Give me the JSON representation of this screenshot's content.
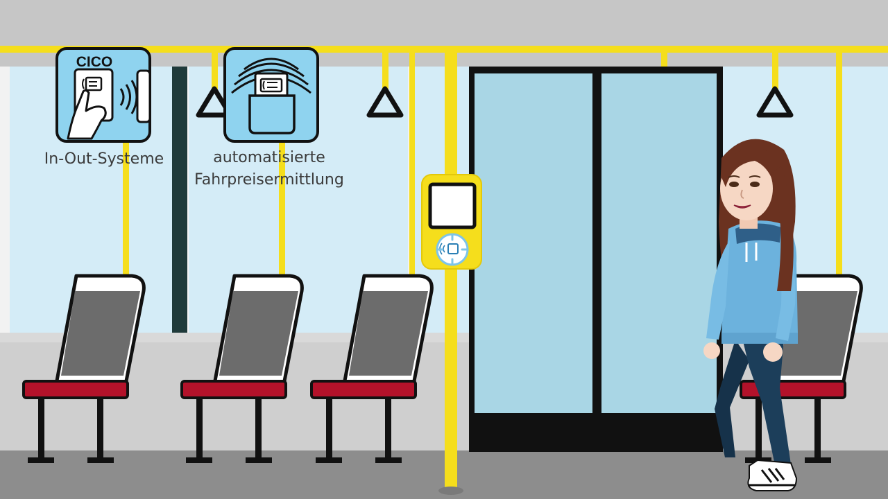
{
  "icons": {
    "cico": {
      "title": "CICO",
      "label": "In-Out-Systeme",
      "icon": "hand-holding-card-contactless-icon"
    },
    "auto": {
      "label_line1": "automatisierte",
      "label_line2": "Fahrpreisermittlung",
      "icon": "card-in-pocket-broadcast-icon"
    }
  },
  "validator": {
    "icon": "contactless-card-reader-icon"
  },
  "colors": {
    "pole_yellow": "#f5de1c",
    "icon_blue": "#8fd3ef",
    "seat_red": "#b3122a",
    "window": "#d4ecf7",
    "door_glass": "#a9d6e5",
    "floor": "#8d8d8d",
    "hoodie": "#6cb2dd",
    "jeans": "#1c3e5a",
    "hair": "#6b3220"
  }
}
